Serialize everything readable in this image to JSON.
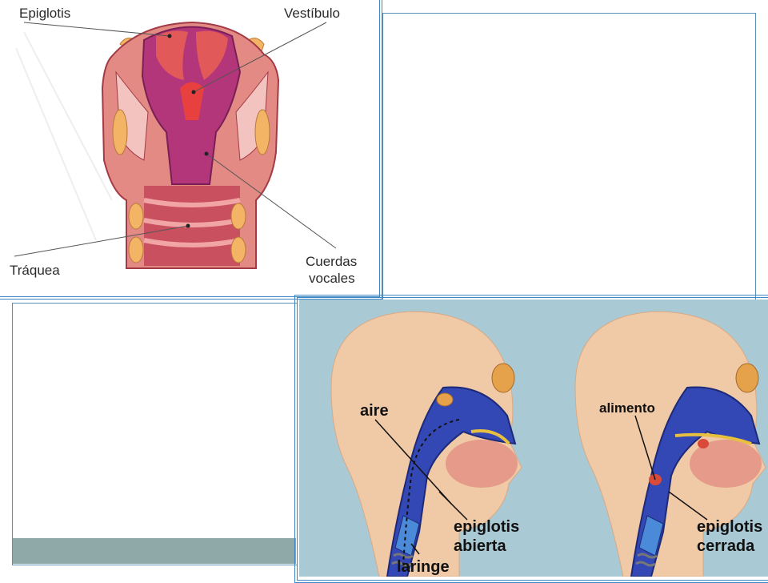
{
  "larynx": {
    "epiglotis": "Epiglotis",
    "vestibulo": "Vestíbulo",
    "traquea": "Tráquea",
    "cuerdas_1": "Cuerdas",
    "cuerdas_2": "vocales"
  },
  "swallow": {
    "aire": "aire",
    "alimento": "alimento",
    "epiglotis_abierta_1": "epiglotis",
    "epiglotis_abierta_2": "abierta",
    "epiglotis_cerrada_1": "epiglotis",
    "epiglotis_cerrada_2": "cerrada",
    "laringe": "laringe"
  },
  "colors": {
    "frame": "#3f86c4",
    "footer_bar": "#8fa9a8",
    "skin": "#f0c9a6",
    "background_panel": "#a9c9d4",
    "airway_blue": "#3348b5",
    "tissue_red": "#c94a5a"
  }
}
